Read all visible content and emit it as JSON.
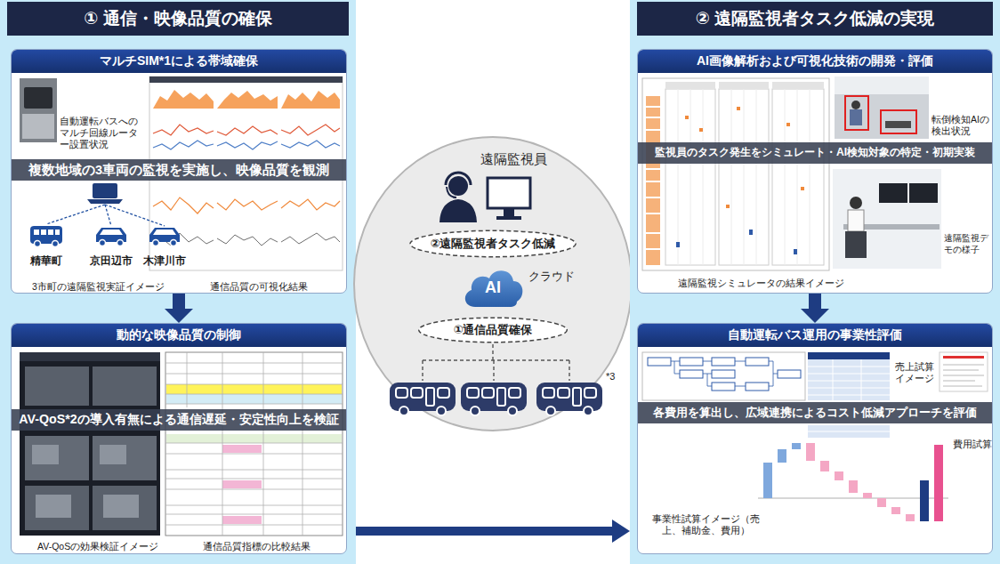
{
  "diagram": {
    "nodes": [
      {
        "text": [
          "① 通信・映像品質の確保"
        ]
      },
      {
        "text": [
          "マルチSIM*1による帯域確保"
        ],
        "in": 0
      },
      {
        "text": [
          "複数地域の3車両の監視を実施し、映像品質を観測"
        ],
        "in": 1
      },
      {
        "text": [
          "動的な映像品質の制御"
        ],
        "in": 0
      },
      {
        "text": [
          "AV-QoS*2の導入有無による通信遅延・安定性向上を検証"
        ],
        "in": 3
      },
      {
        "text": [
          "遠隔監視員"
        ]
      },
      {
        "text": [
          "②遠隔監視者タスク低減"
        ],
        "in": 5
      },
      {
        "text": [
          "AI",
          "クラウド"
        ],
        "in": 5
      },
      {
        "text": [
          "①通信品質確保"
        ],
        "in": 5
      },
      {
        "text": [
          "② 遠隔監視者タスク低減の実現"
        ]
      },
      {
        "text": [
          "AI画像解析および可視化技術の開発・評価"
        ],
        "in": 9
      },
      {
        "text": [
          "監視員のタスク発生をシミュレート・AI検知対象の特定・初期実装"
        ],
        "in": 10
      },
      {
        "text": [
          "自動運転バス運用の事業性評価"
        ],
        "in": 9
      },
      {
        "text": [
          "各費用を算出し、広域連携によるコスト低減アプローチを評価"
        ],
        "in": 12
      }
    ],
    "edges": [
      {
        "from": 1,
        "to": 3,
        "arrow": "to"
      },
      {
        "from": 10,
        "to": 12,
        "arrow": "to"
      },
      {
        "from": 0,
        "to": 9,
        "arrow": "to"
      }
    ],
    "labels": [
      "自動運転バスへのマルチ回線ルーター設置状況",
      "精華町",
      "京田辺市",
      "木津川市",
      "3市町の遠隔監視実証イメージ",
      "通信品質の可視化結果",
      "AV-QoSの効果検証イメージ",
      "通信品質指標の比較結果",
      "*3",
      "転倒検知AIの検出状況",
      "遠隔監視シミュレータの結果イメージ",
      "遠隔監視デモの様子",
      "売上試算イメージ",
      "費用試算",
      "事業性試算イメージ（売上、補助金、費用）"
    ]
  }
}
